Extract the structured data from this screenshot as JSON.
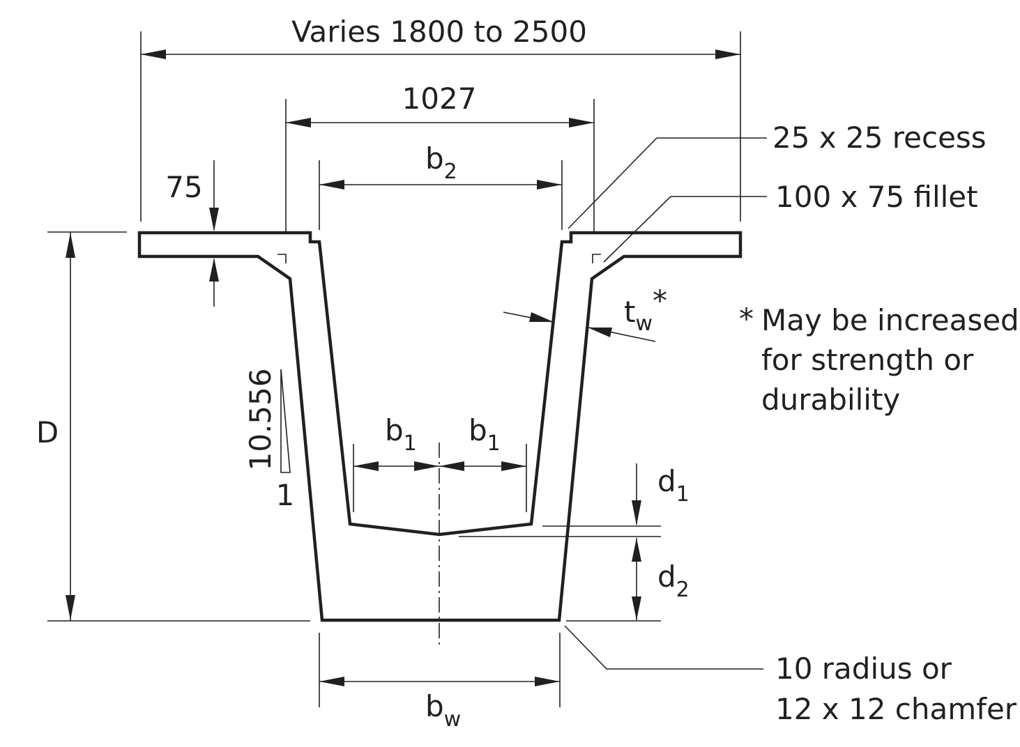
{
  "dimensions": {
    "overall_width": "Varies 1800 to 2500",
    "top_opening": "1027",
    "top_inner_width": "b",
    "top_inner_width_sub": "2",
    "flange_thickness": "75",
    "depth": "D",
    "slope_run": "10.556",
    "slope_rise": "1",
    "half_width": "b",
    "half_width_sub": "1",
    "web_thickness": "t",
    "web_thickness_sub": "w",
    "web_thickness_mark": "*",
    "d1": "d",
    "d1_sub": "1",
    "d2": "d",
    "d2_sub": "2",
    "bottom_width": "b",
    "bottom_width_sub": "w"
  },
  "notes": {
    "recess": "25 x 25 recess",
    "fillet": "100 x 75 fillet",
    "footnote_star": "*",
    "footnote_line1": "May be increased",
    "footnote_line2": "for strength or",
    "footnote_line3": "durability",
    "corner_line1": "10 radius or",
    "corner_line2": "12 x 12 chamfer"
  }
}
